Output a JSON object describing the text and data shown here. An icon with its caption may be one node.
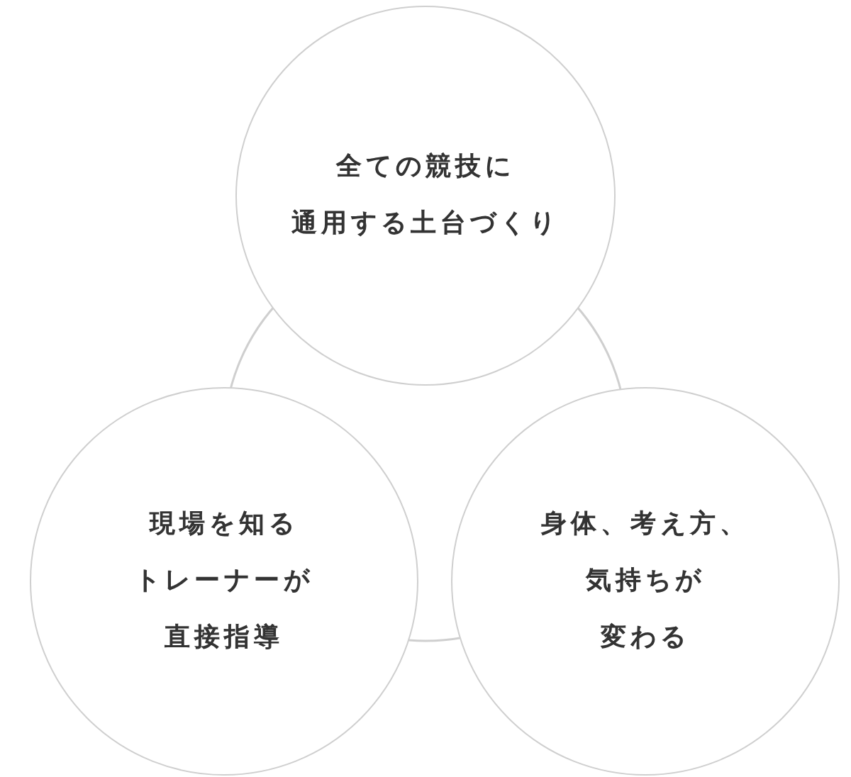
{
  "diagram": {
    "nodes": [
      {
        "text": [
          "全ての競技に通用する土台づくり"
        ]
      },
      {
        "text": [
          "現場を知るトレーナーが直接指導"
        ]
      },
      {
        "text": [
          "身体、考え方、気持ちが変わる"
        ]
      }
    ]
  }
}
